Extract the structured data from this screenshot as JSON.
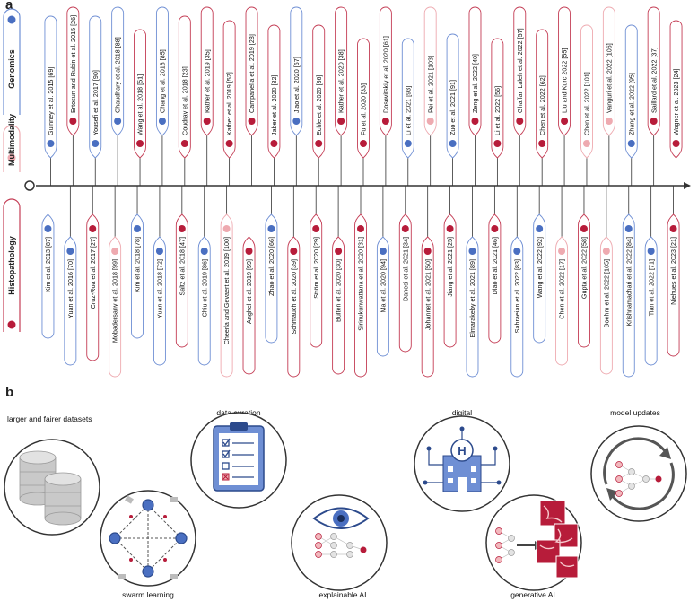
{
  "panel_a": "a",
  "panel_b": "b",
  "legend": [
    {
      "label": "Genomics",
      "color": "#4a6fc1",
      "stroke": "#6f8fd4"
    },
    {
      "label": "Multimodality",
      "color": "#eeaab0",
      "stroke": "#eeaab0"
    },
    {
      "label": "Histopathology",
      "color": "#b71c3a",
      "stroke": "#c43d55"
    }
  ],
  "timeline": {
    "top": [
      {
        "label": "Guinney et al. 2015 [69]",
        "cat": "Genomics"
      },
      {
        "label": "Ertosun and Rubin et al. 2015 [26]",
        "cat": "Histopathology"
      },
      {
        "label": "Yousefi et al. 2017 [90]",
        "cat": "Genomics"
      },
      {
        "label": "Chaudhary et al. 2018 [88]",
        "cat": "Genomics"
      },
      {
        "label": "Wang et al. 2018 [51]",
        "cat": "Histopathology"
      },
      {
        "label": "Chang et al. 2018 [85]",
        "cat": "Genomics"
      },
      {
        "label": "Coudray et al. 2018 [23]",
        "cat": "Histopathology"
      },
      {
        "label": "Kather et al. 2019 [35]",
        "cat": "Histopathology"
      },
      {
        "label": "Kather et al. 2019 [52]",
        "cat": "Histopathology"
      },
      {
        "label": "Campanella et al. 2019 [28]",
        "cat": "Histopathology"
      },
      {
        "label": "Jaber et al. 2020 [32]",
        "cat": "Histopathology"
      },
      {
        "label": "Jiao et al. 2020 [67]",
        "cat": "Genomics"
      },
      {
        "label": "Echle et al. 2020 [36]",
        "cat": "Histopathology"
      },
      {
        "label": "Kather et al. 2020 [38]",
        "cat": "Histopathology"
      },
      {
        "label": "Fu et al. 2020 [33]",
        "cat": "Histopathology"
      },
      {
        "label": "Dosovitskiy et al. 2020 [61]",
        "cat": "Histopathology"
      },
      {
        "label": "Li et al. 2021 [93]",
        "cat": "Genomics"
      },
      {
        "label": "Pei et al. 2021 [103]",
        "cat": "Multimodality"
      },
      {
        "label": "Zuo et al. 2021 [91]",
        "cat": "Genomics"
      },
      {
        "label": "Zeng et al. 2022 [40]",
        "cat": "Histopathology"
      },
      {
        "label": "Li et al. 2022 [56]",
        "cat": "Histopathology"
      },
      {
        "label": "Ghaffari Laleh et al. 2022 [57]",
        "cat": "Histopathology"
      },
      {
        "label": "Chen et al. 2022 [62]",
        "cat": "Histopathology"
      },
      {
        "label": "Liu and Kurc 2022 [55]",
        "cat": "Histopathology"
      },
      {
        "label": "Chen et al. 2022 [101]",
        "cat": "Multimodality"
      },
      {
        "label": "Vanguri et al. 2022 [106]",
        "cat": "Multimodality"
      },
      {
        "label": "Zhang et al. 2022 [95]",
        "cat": "Genomics"
      },
      {
        "label": "Saillard et al. 2022 [37]",
        "cat": "Histopathology"
      },
      {
        "label": "Wagner et al. 2023 [24]",
        "cat": "Histopathology"
      }
    ],
    "bottom": [
      {
        "label": "Kim et al. 2013 [87]",
        "cat": "Genomics"
      },
      {
        "label": "Yuan et al. 2016 [70]",
        "cat": "Genomics"
      },
      {
        "label": "Cruz-Roa et al. 2017 [27]",
        "cat": "Histopathology"
      },
      {
        "label": "Mobadersany et al. 2018 [99]",
        "cat": "Multimodality"
      },
      {
        "label": "Kim et al. 2018 [78]",
        "cat": "Genomics"
      },
      {
        "label": "Yuan et al. 2018 [72]",
        "cat": "Genomics"
      },
      {
        "label": "Saltz et al. 2018 [47]",
        "cat": "Histopathology"
      },
      {
        "label": "Chiu et al. 2019 [86]",
        "cat": "Genomics"
      },
      {
        "label": "Cheerla and Gevaert et al. 2019 [100]",
        "cat": "Multimodality"
      },
      {
        "label": "Anghel et al. 2019 [59]",
        "cat": "Histopathology"
      },
      {
        "label": "Zhao et al. 2020 [66]",
        "cat": "Genomics"
      },
      {
        "label": "Schmauch et al. 2020 [39]",
        "cat": "Histopathology"
      },
      {
        "label": "Ström et al. 2020 [29]",
        "cat": "Histopathology"
      },
      {
        "label": "Bulten et al. 2020 [30]",
        "cat": "Histopathology"
      },
      {
        "label": "Sirinukunwattana et al. 2020 [31]",
        "cat": "Histopathology"
      },
      {
        "label": "Ma et al. 2020 [94]",
        "cat": "Genomics"
      },
      {
        "label": "Danesi et al. 2021 [34]",
        "cat": "Histopathology"
      },
      {
        "label": "Johannet et al. 2021 [50]",
        "cat": "Histopathology"
      },
      {
        "label": "Jiang et al. 2021 [25]",
        "cat": "Histopathology"
      },
      {
        "label": "Elmarakeby et al. 2021 [89]",
        "cat": "Genomics"
      },
      {
        "label": "Diao et al. 2021 [46]",
        "cat": "Histopathology"
      },
      {
        "label": "Sahraeian et al. 2022 [83]",
        "cat": "Genomics"
      },
      {
        "label": "Wang et al. 2022 [92]",
        "cat": "Genomics"
      },
      {
        "label": "Chen et al. 2022 [17]",
        "cat": "Multimodality"
      },
      {
        "label": "Gupta et al. 2022 [58]",
        "cat": "Histopathology"
      },
      {
        "label": "Boehm et al. 2022 [105]",
        "cat": "Multimodality"
      },
      {
        "label": "Krishnamachari et al. 2022 [84]",
        "cat": "Genomics"
      },
      {
        "label": "Tian et al. 2022 [71]",
        "cat": "Genomics"
      },
      {
        "label": "Niehues et al. 2023 [21]",
        "cat": "Histopathology"
      }
    ]
  },
  "future_items": [
    {
      "label": "larger and fairer datasets",
      "icon": "database-icon"
    },
    {
      "label": "swarm learning",
      "icon": "swarm-network-icon"
    },
    {
      "label": "data curation standards",
      "icon": "clipboard-checklist-icon"
    },
    {
      "label": "explainable AI",
      "icon": "eye-network-icon"
    },
    {
      "label": "digital infrastructure",
      "icon": "hospital-network-icon"
    },
    {
      "label": "generative AI",
      "icon": "generated-tiles-icon"
    },
    {
      "label": "model updates",
      "icon": "update-cycle-icon"
    }
  ]
}
